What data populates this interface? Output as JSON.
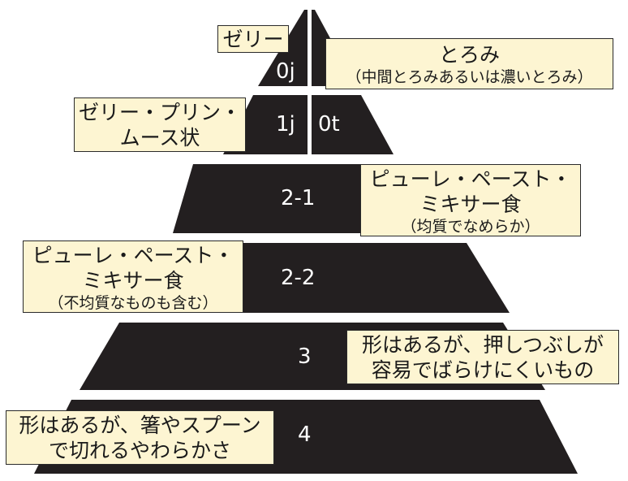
{
  "colors": {
    "pyramid": "#231f20",
    "callout_bg": "#fdf5d2",
    "callout_border": "#2a2a2a",
    "level_text": "#ffffff"
  },
  "levels": [
    {
      "label": "0j"
    },
    {
      "label": "1j"
    },
    {
      "label": "0t"
    },
    {
      "label": "2-1"
    },
    {
      "label": "2-2"
    },
    {
      "label": "3"
    },
    {
      "label": "4"
    }
  ],
  "callouts": {
    "jelly": {
      "lines": [
        "ゼリー"
      ]
    },
    "toromi": {
      "lines": [
        "とろみ"
      ],
      "sub": "（中間とろみあるいは濃いとろみ）"
    },
    "jelly_pudding": {
      "lines": [
        "ゼリー・プリン・",
        "ムース状"
      ]
    },
    "puree_1": {
      "lines": [
        "ピューレ・ペースト・",
        "ミキサー食"
      ],
      "sub": "（均質でなめらか）"
    },
    "puree_2": {
      "lines": [
        "ピューレ・ペースト・",
        "ミキサー食"
      ],
      "sub": "（不均質なものも含む）"
    },
    "level3": {
      "lines": [
        "形はあるが、押しつぶしが",
        "容易でばらけにくいもの"
      ]
    },
    "level4": {
      "lines": [
        "形はあるが、箸やスプーン",
        "で切れるやわらかさ"
      ]
    }
  }
}
